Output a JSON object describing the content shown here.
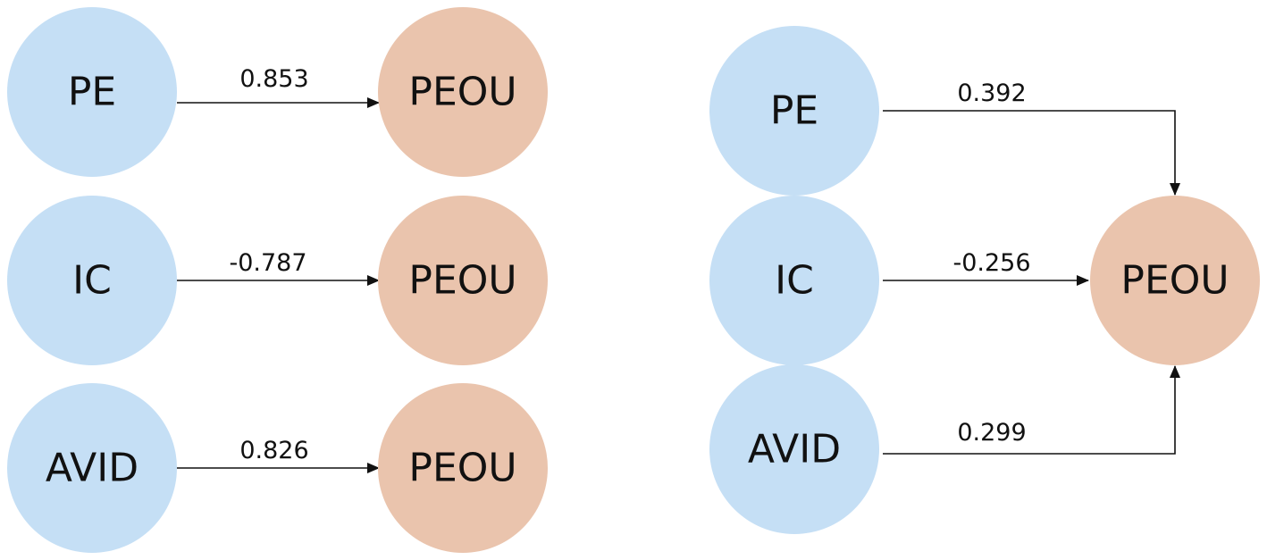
{
  "colors": {
    "predictor_fill": "#c5dff5",
    "outcome_fill": "#eac4ad",
    "line": "#111111",
    "text": "#111111"
  },
  "left_panel": {
    "rows": [
      {
        "from": "PE",
        "to": "PEOU",
        "coefficient": "0.853"
      },
      {
        "from": "IC",
        "to": "PEOU",
        "coefficient": "-0.787"
      },
      {
        "from": "AVID",
        "to": "PEOU",
        "coefficient": "0.826"
      }
    ]
  },
  "right_panel": {
    "sources": [
      {
        "label": "PE",
        "coefficient": "0.392"
      },
      {
        "label": "IC",
        "coefficient": "-0.256"
      },
      {
        "label": "AVID",
        "coefficient": "0.299"
      }
    ],
    "target": {
      "label": "PEOU"
    }
  }
}
